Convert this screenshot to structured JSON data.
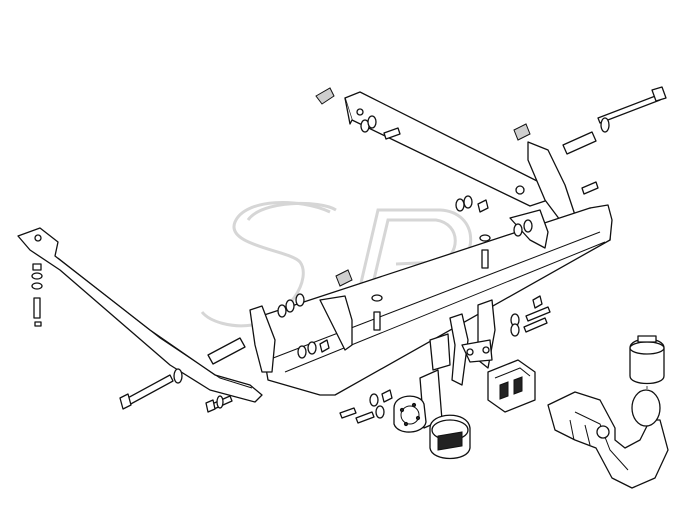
{
  "diagram": {
    "watermark_text": "SP",
    "parts": [
      "right-side-bracket",
      "left-side-bracket",
      "crossbar",
      "tow-ball-neck",
      "tow-ball-cover",
      "socket-plate",
      "electrical-socket",
      "socket-cover",
      "bolts",
      "washers",
      "nuts"
    ]
  },
  "colors": {
    "line": "#111111",
    "background": "#ffffff",
    "watermark": "#d6d6d6"
  }
}
